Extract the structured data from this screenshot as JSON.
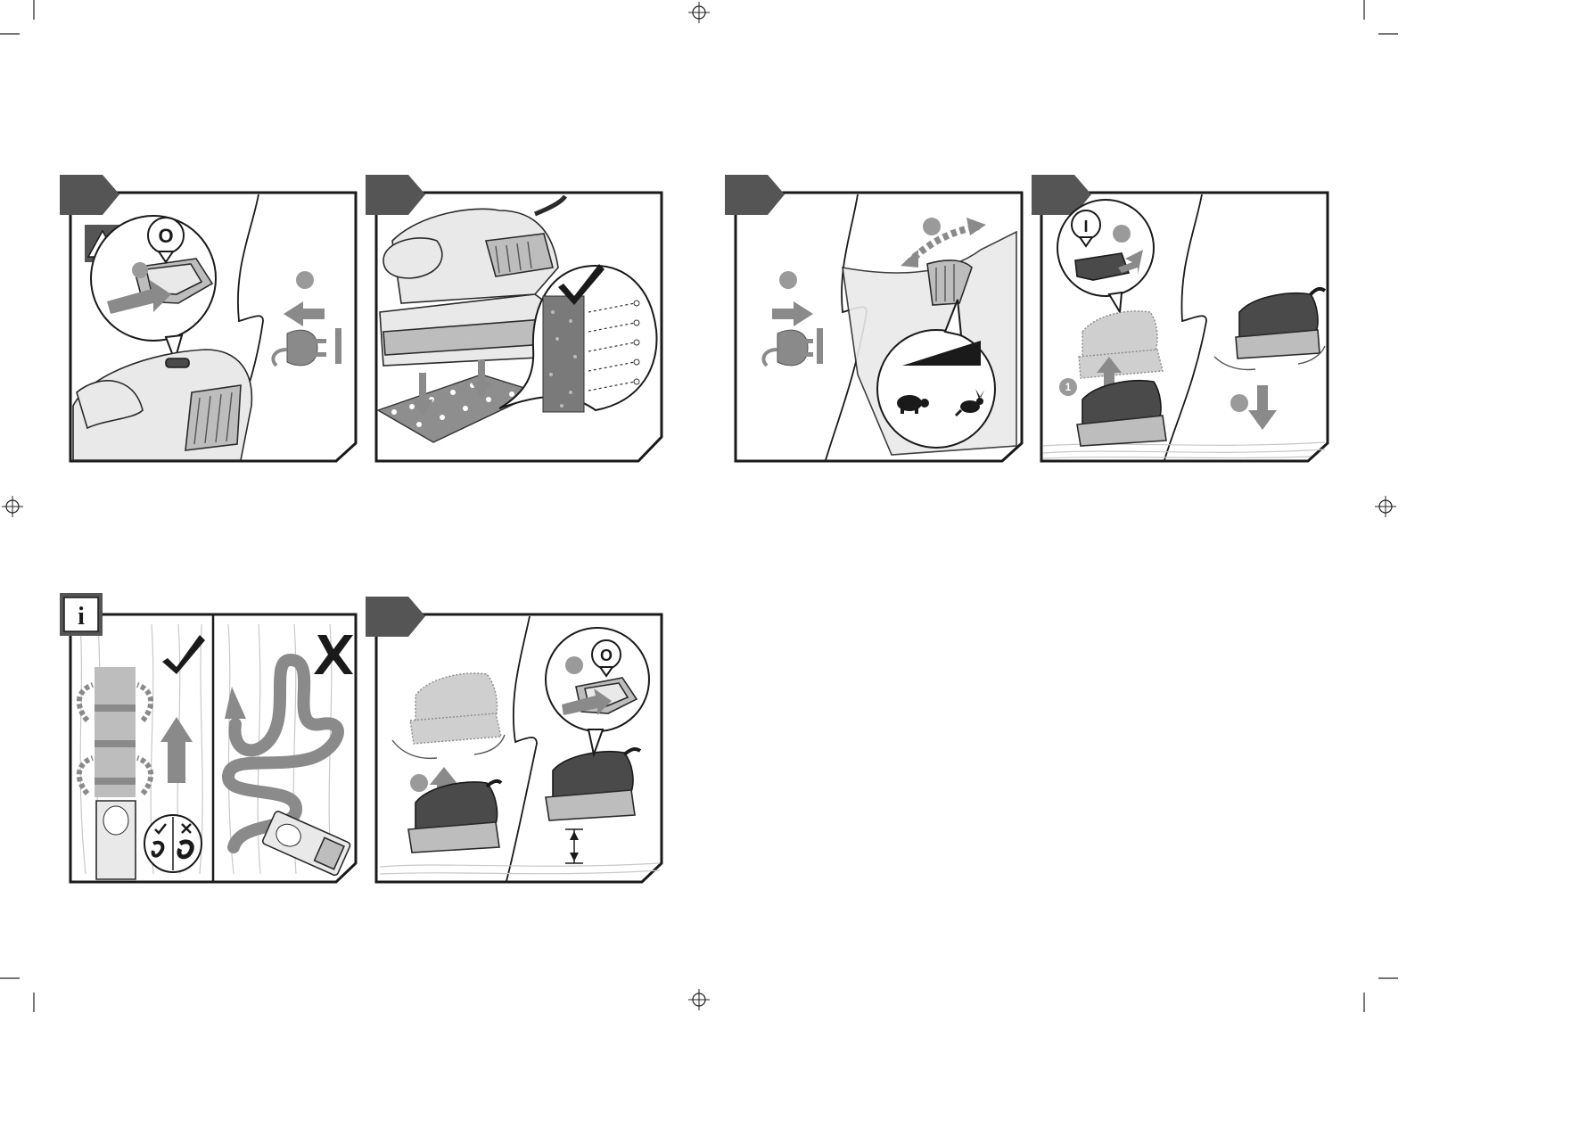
{
  "symbols": {
    "switch_on": "I",
    "switch_off": "O",
    "step_one": "1",
    "info": "i",
    "warning": "!"
  },
  "colors": {
    "tab_grey": "#555555",
    "accent_grey": "#8a8a8a",
    "ink": "#1a1a1a"
  },
  "icons": [
    "warning-icon",
    "info-icon",
    "plug-icon",
    "tortoise-icon",
    "hare-icon",
    "check-icon",
    "cross-icon"
  ]
}
